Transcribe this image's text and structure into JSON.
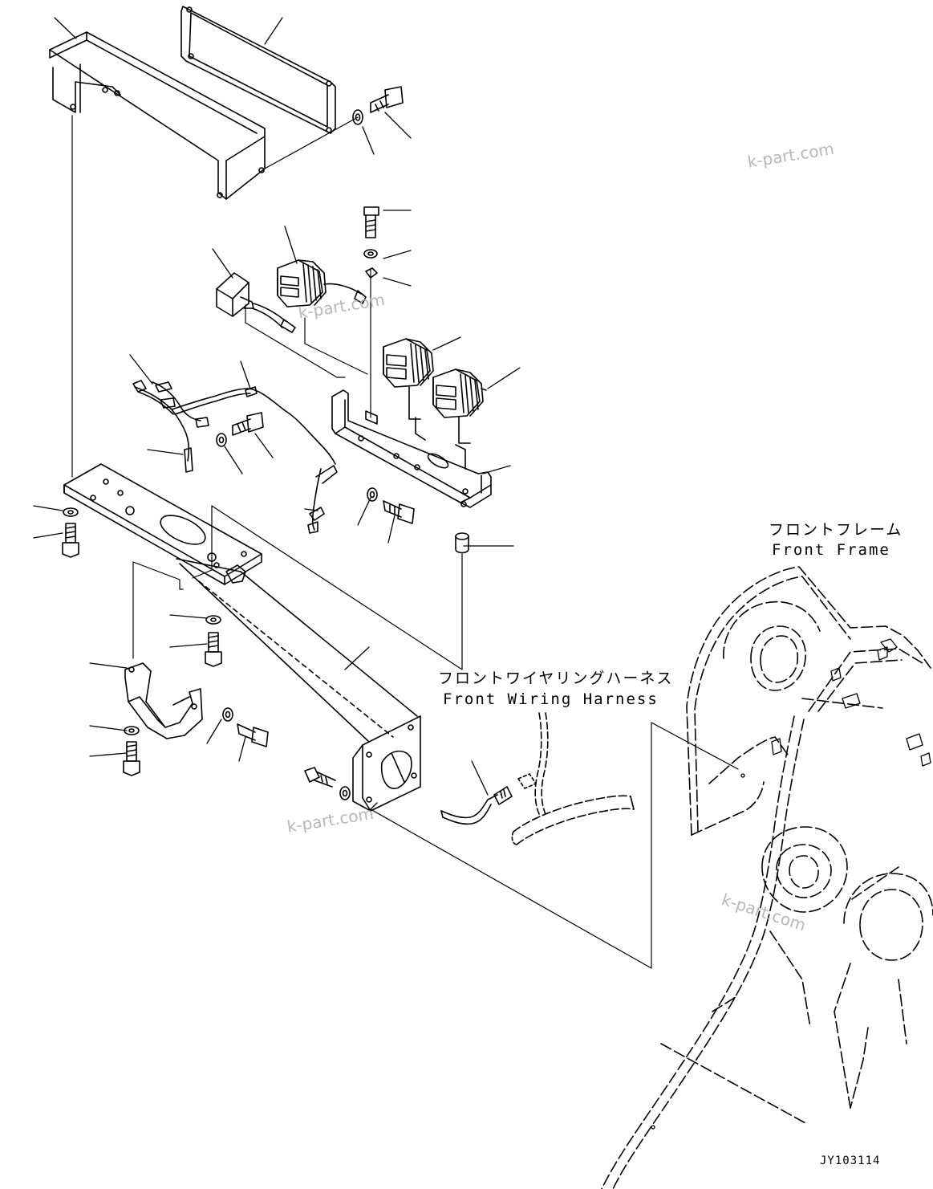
{
  "labels": {
    "front_frame_jp": "フロントフレーム",
    "front_frame_en": "Front Frame",
    "harness_jp": "フロントワイヤリングハーネス",
    "harness_en": "Front Wiring Harness"
  },
  "watermarks": [
    "k-part.com",
    "k-part.com",
    "k-part.com",
    "k-part.com"
  ],
  "drawing_code": "JY103114"
}
